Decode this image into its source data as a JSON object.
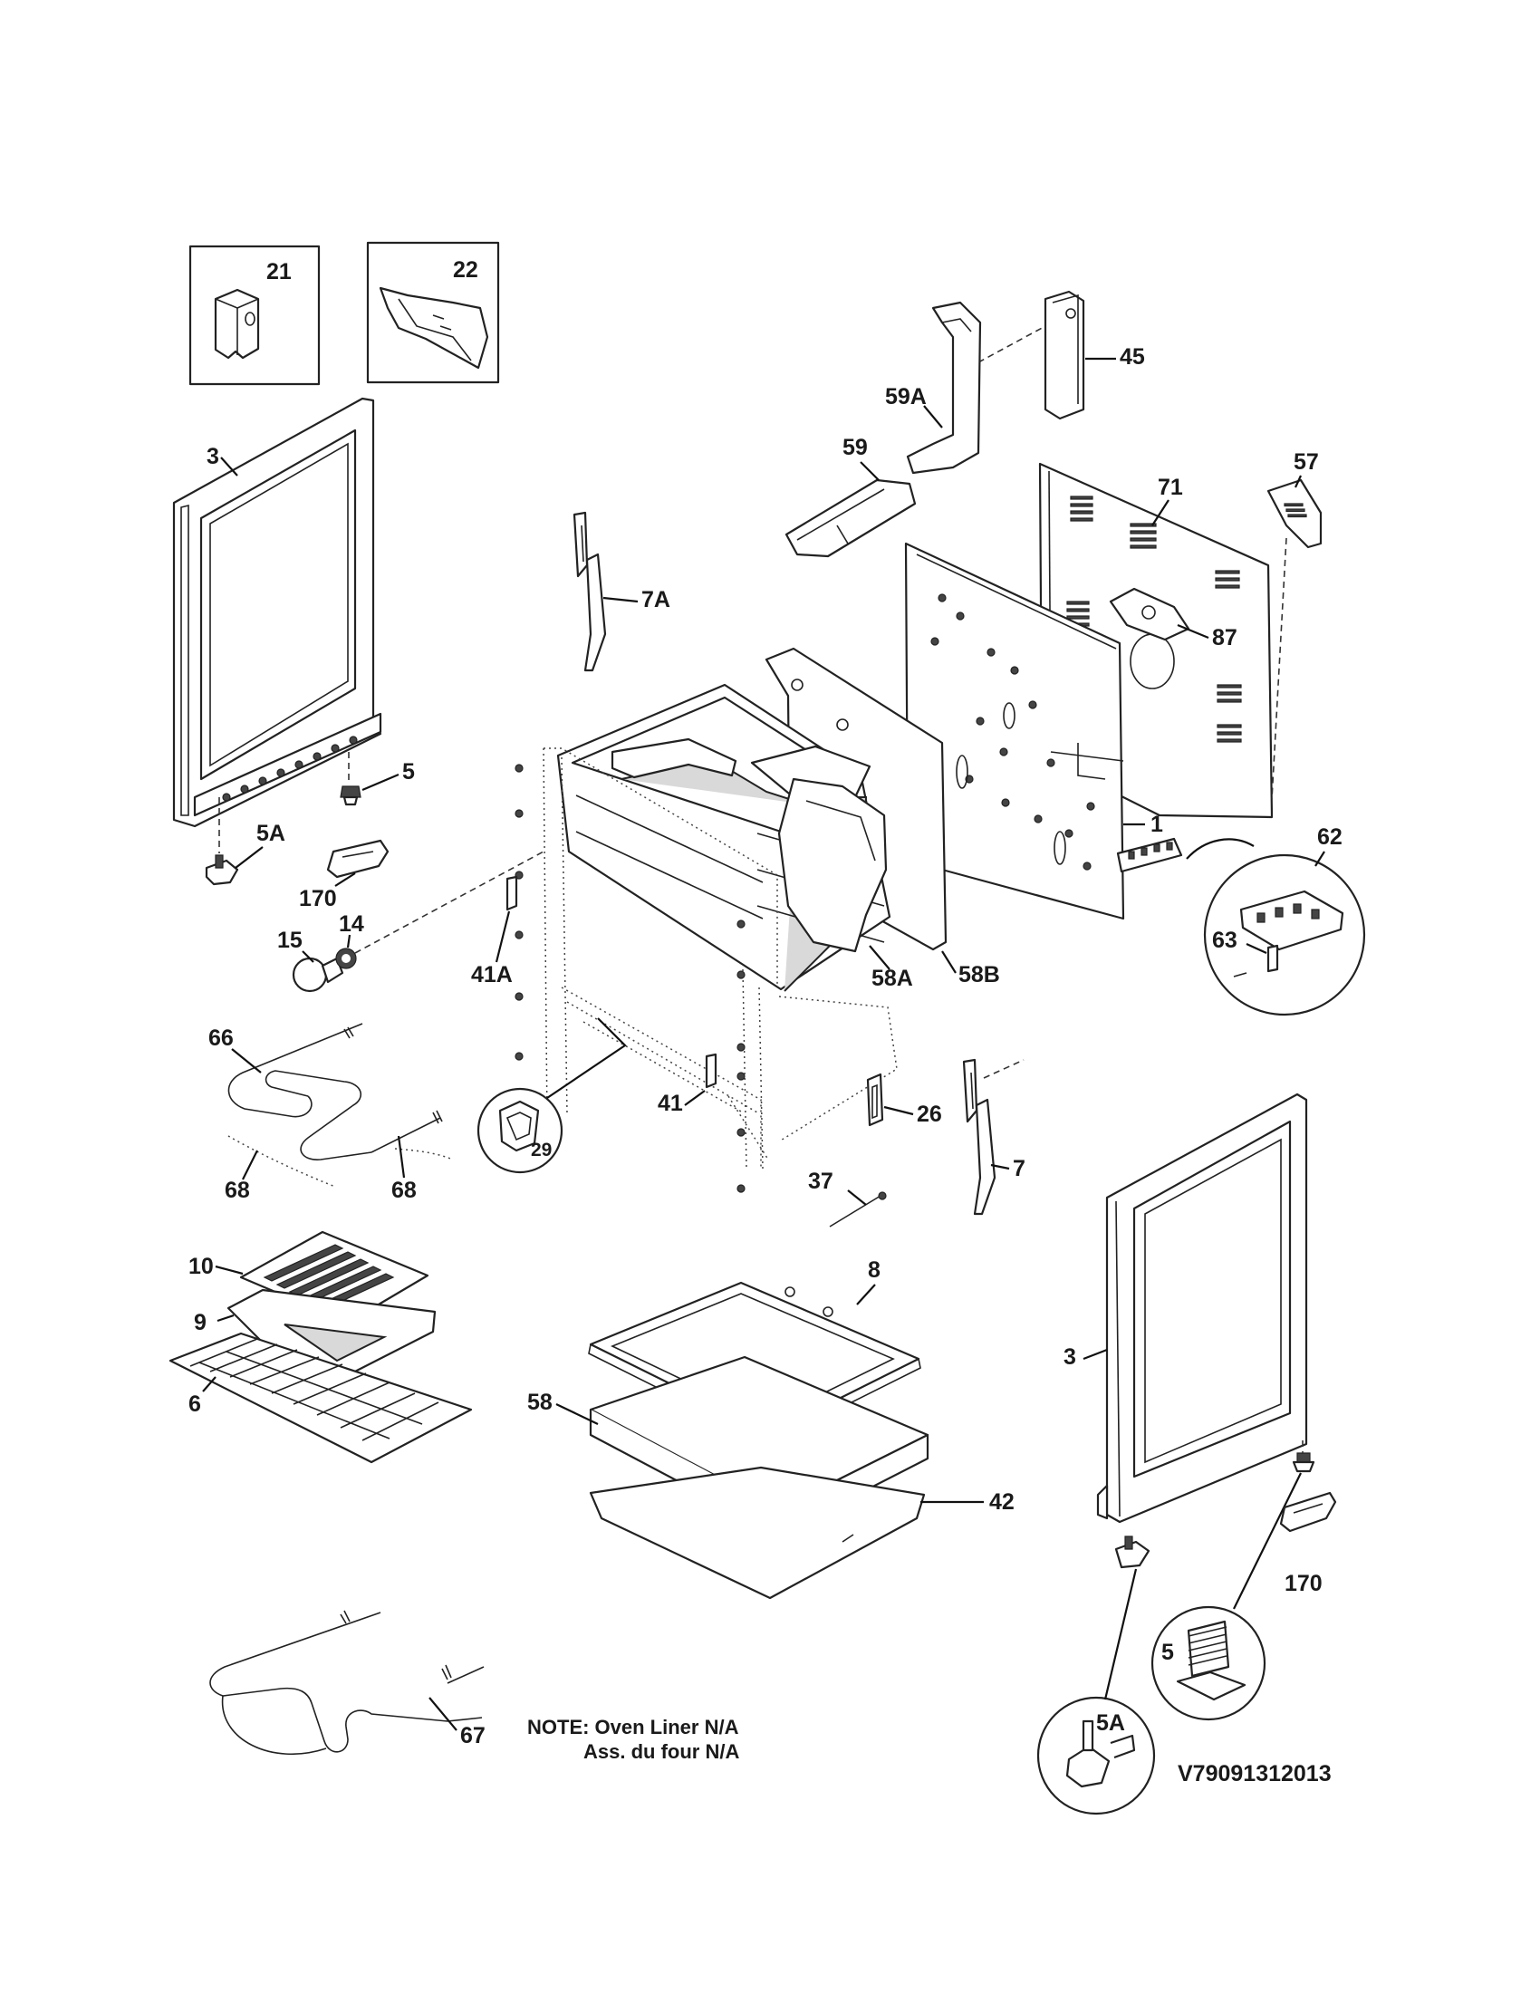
{
  "diagram": {
    "drawing_code": "V79091312013",
    "note": {
      "line1": "NOTE: Oven Liner N/A",
      "line2": "Ass. du four N/A"
    },
    "callouts": {
      "c21": "21",
      "c22": "22",
      "c45": "45",
      "c59A": "59A",
      "c59": "59",
      "c57": "57",
      "c71": "71",
      "c87": "87",
      "c3_left": "3",
      "c5_left": "5",
      "c5A_left": "5A",
      "c170_left": "170",
      "c14": "14",
      "c15": "15",
      "c7A": "7A",
      "c41A": "41A",
      "c41": "41",
      "c1": "1",
      "c62": "62",
      "c63": "63",
      "c58A": "58A",
      "c58B": "58B",
      "c66": "66",
      "c68_left": "68",
      "c68_right": "68",
      "c29": "29",
      "c26": "26",
      "c7": "7",
      "c37": "37",
      "c10": "10",
      "c9": "9",
      "c6": "6",
      "c8": "8",
      "c58": "58",
      "c42": "42",
      "c3_right": "3",
      "c5_right": "5",
      "c5A_right": "5A",
      "c170_right": "170",
      "c67": "67"
    }
  }
}
